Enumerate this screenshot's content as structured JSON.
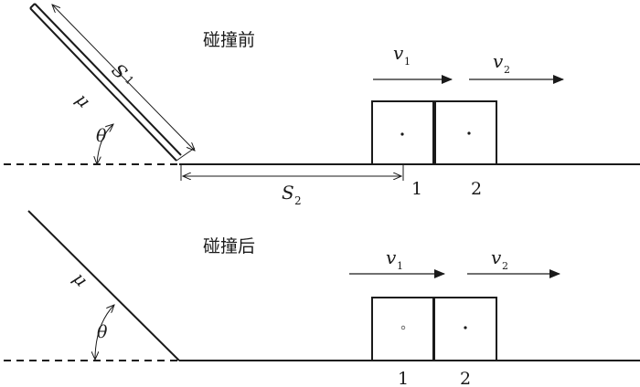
{
  "before": {
    "title": "碰撞前",
    "slope_distance": {
      "symbol": "S",
      "sub": "1"
    },
    "flat_distance": {
      "symbol": "S",
      "sub": "2"
    },
    "friction": "μ",
    "angle": "θ",
    "v1": {
      "symbol": "v",
      "sub": "1"
    },
    "v2": {
      "symbol": "v",
      "sub": "2"
    },
    "block1_label": "1",
    "block2_label": "2"
  },
  "after": {
    "title": "碰撞后",
    "friction": "μ",
    "angle": "θ",
    "v1": {
      "symbol": "v",
      "sub": "1"
    },
    "v2": {
      "symbol": "v",
      "sub": "2"
    },
    "block1_label": "1",
    "block2_label": "2"
  }
}
